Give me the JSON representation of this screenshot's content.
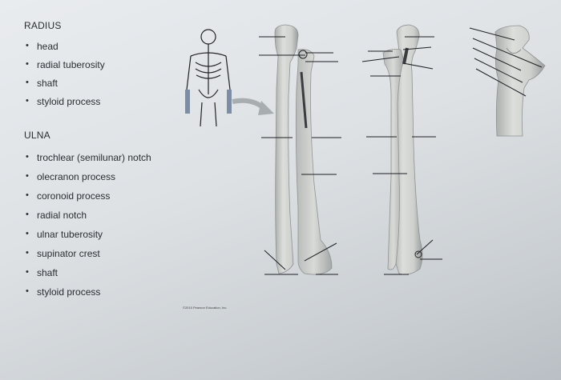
{
  "radius": {
    "heading": "RADIUS",
    "items": [
      "head",
      "radial tuberosity",
      "shaft",
      "styloid process"
    ]
  },
  "ulna": {
    "heading": "ULNA",
    "items": [
      "trochlear (semilunar) notch",
      "olecranon process",
      "coronoid process",
      "radial notch",
      "ulnar tuberosity",
      "supinator crest",
      "shaft",
      "styloid process"
    ]
  },
  "credit": "©2015 Pearson Education, Inc.",
  "colors": {
    "bone": "#d4d6d4",
    "bone_shadow": "#9fa3a2",
    "line": "#1c1f24",
    "arrow": "#a8adaf"
  }
}
